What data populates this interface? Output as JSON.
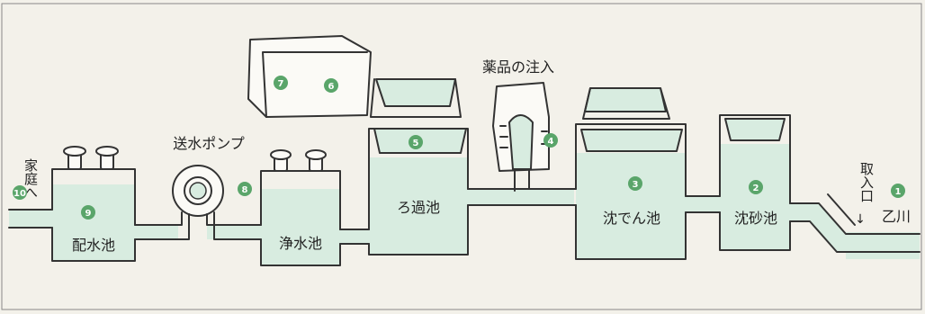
{
  "labels": {
    "to_home": "家庭へ",
    "distribution_reservoir": "配水池",
    "pump": "送水ポンプ",
    "clean_water_reservoir": "浄水池",
    "filtration_basin": "ろ過池",
    "chemical_injection": "薬品の注入",
    "sedimentation_basin": "沈でん池",
    "grit_chamber": "沈砂池",
    "intake": "取入口",
    "intake_arrow": "↓",
    "river": "乙川"
  },
  "badges": [
    "1",
    "2",
    "3",
    "4",
    "5",
    "6",
    "7",
    "8",
    "9",
    "10"
  ],
  "colors": {
    "water": "#d8ece0",
    "badge": "#5aa56a",
    "line": "#333333",
    "background": "#f3f1ea"
  }
}
